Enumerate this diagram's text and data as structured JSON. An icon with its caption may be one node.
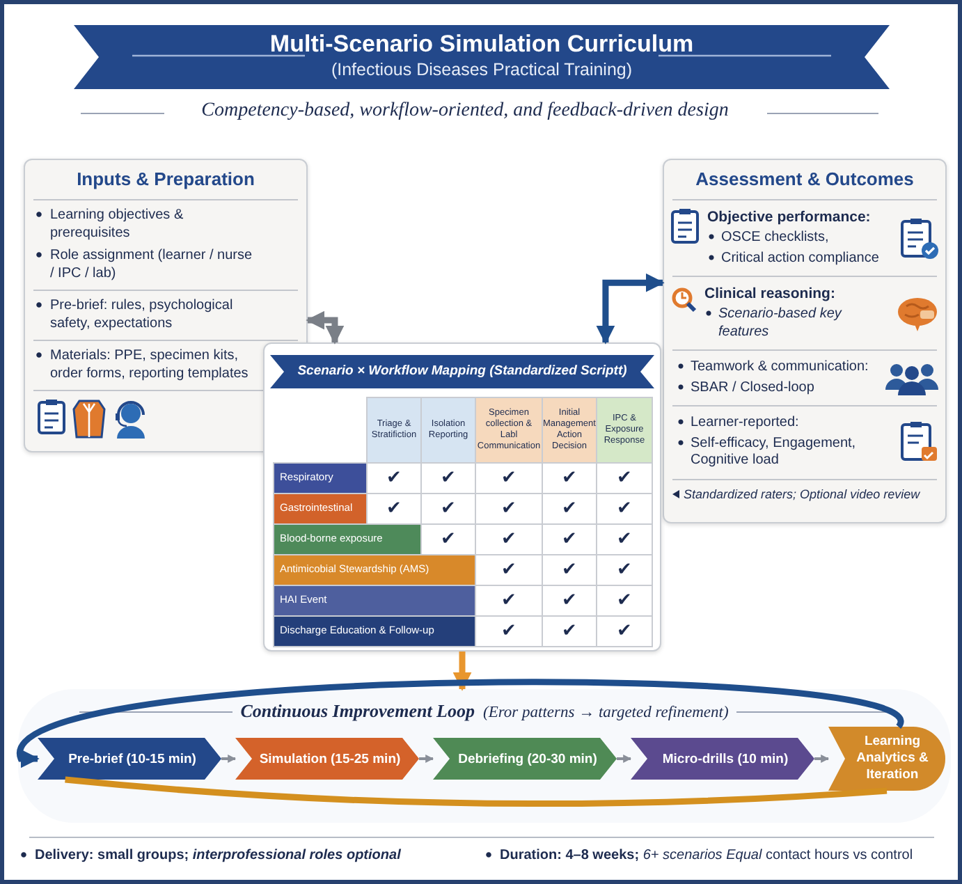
{
  "diagram": {
    "title": "Multi-Scenario Simulation Curriculum",
    "nodes": [
      {
        "text": [
          "Inputs & Preparation",
          "Learning objectives & prerequisites",
          "Role assignment (learner / nurse / IPC / lab)",
          "Pre-brief: rules, psychological safety, expectations",
          "Materials: PPE, specimen kits, order forms, reporting templates"
        ]
      },
      {
        "text": [
          "Scenario × Workflow Mapping (Standardized Scriptt)"
        ]
      },
      {
        "text": [
          "Assessment & Outcomes",
          "Objective performance:",
          "OSCE checklists,",
          "Critical action compliance",
          "Clinical reasoning:",
          "Scenario-based key features",
          "Teamwork & communication:",
          "SBAR / Closed-loop",
          "Learner-reported:",
          "Self-efficacy, Engagement, Cognitive load",
          "Standardized raters; Optional video review"
        ]
      },
      {
        "text": [
          "Continuous Improvement Loop",
          "(Eror patterns → targeted refinement)"
        ]
      },
      {
        "text": [
          "Pre-brief (10-15 min)"
        ],
        "in": 3
      },
      {
        "text": [
          "Simulation (15-25 min)"
        ],
        "in": 3
      },
      {
        "text": [
          "Debriefing (20-30 min)"
        ],
        "in": 3
      },
      {
        "text": [
          "Micro-drills (10 min)"
        ],
        "in": 3
      },
      {
        "text": [
          "Learning Analytics & Iteration"
        ],
        "in": 3
      }
    ],
    "edges": [
      {
        "from": 0,
        "to": 1,
        "arrow": "both",
        "color": "#7a7f87"
      },
      {
        "from": 1,
        "to": 2,
        "arrow": "both",
        "color": "#1f4e8c"
      },
      {
        "from": 1,
        "to": 3,
        "arrow": "to",
        "color": "#e8962e"
      },
      {
        "from": 8,
        "to": 4,
        "arrow": "to",
        "color": "#1f4e8c"
      },
      {
        "from": 4,
        "to": 8,
        "arrow": "none",
        "color": "#d4901f"
      },
      {
        "from": 4,
        "to": 5,
        "arrow": "to",
        "color": "#8a8f99"
      },
      {
        "from": 5,
        "to": 6,
        "arrow": "to",
        "color": "#8a8f99"
      },
      {
        "from": 6,
        "to": 7,
        "arrow": "to",
        "color": "#8a8f99"
      },
      {
        "from": 7,
        "to": 8,
        "arrow": "to",
        "color": "#8a8f99"
      }
    ],
    "labels": [
      "(Infectious Diseases Practical Training)",
      "Competency-based, workflow-oriented, and feedback-driven design",
      "Triage & Stratifiction",
      "Isolation Reporting",
      "Specimen collection & Labl Communication",
      "Initial Management Action Decision",
      "IPC & Exposure Response",
      "Respiratory",
      "✔",
      "✔",
      "✔",
      "✔",
      "✔",
      "Gastrointestinal",
      "✔",
      "✔",
      "✔",
      "✔",
      "✔",
      "Blood-borne exposure",
      "✔",
      "✔",
      "✔",
      "✔",
      "Antimicobial Stewardship (AMS)",
      "✔",
      "✔",
      "✔",
      "HAI Event",
      "✔",
      "✔",
      "✔",
      "Discharge Education & Follow-up",
      "✔",
      "✔",
      "✔",
      "Delivery: small groups; *interprofessional roles optional*",
      "**Duration: 4–8 weeks;** *6+ scenarios Equal* contact hours vs control"
    ]
  }
}
